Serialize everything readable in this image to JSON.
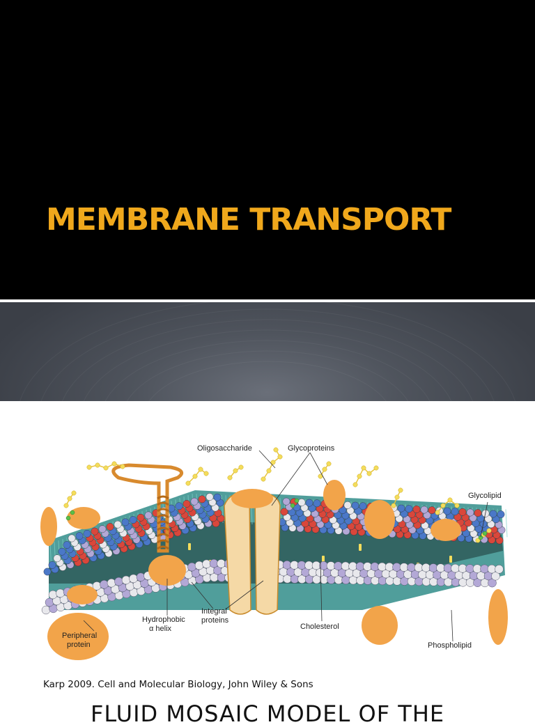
{
  "slide_title": "MEMBRANE TRANSPORT",
  "diagram_labels": {
    "oligosaccharide": "Oligosaccharide",
    "glycoproteins": "Glycoproteins",
    "glycolipid": "Glycolipid",
    "hydrophobic_line1": "Hydrophobic",
    "hydrophobic_line2": "α helix",
    "integral_line1": "Integral",
    "integral_line2": "proteins",
    "cholesterol": "Cholesterol",
    "phospholipid": "Phospholipid",
    "peripheral_line1": "Peripheral",
    "peripheral_line2": "protein"
  },
  "caption": "Karp 2009. Cell and Molecular Biology, John Wiley & Sons",
  "next_title_partial": "FLUID MOSAIC MODEL OF THE",
  "colors": {
    "title": "#f0a81c",
    "protein": "#f2a44a",
    "head_red": "#d9473b",
    "head_blue": "#4a78c8",
    "head_lavender": "#b3a8d6",
    "head_white": "#e8e8ec",
    "tail": "#3f9e9a",
    "sugar": "#f4dd5c"
  }
}
